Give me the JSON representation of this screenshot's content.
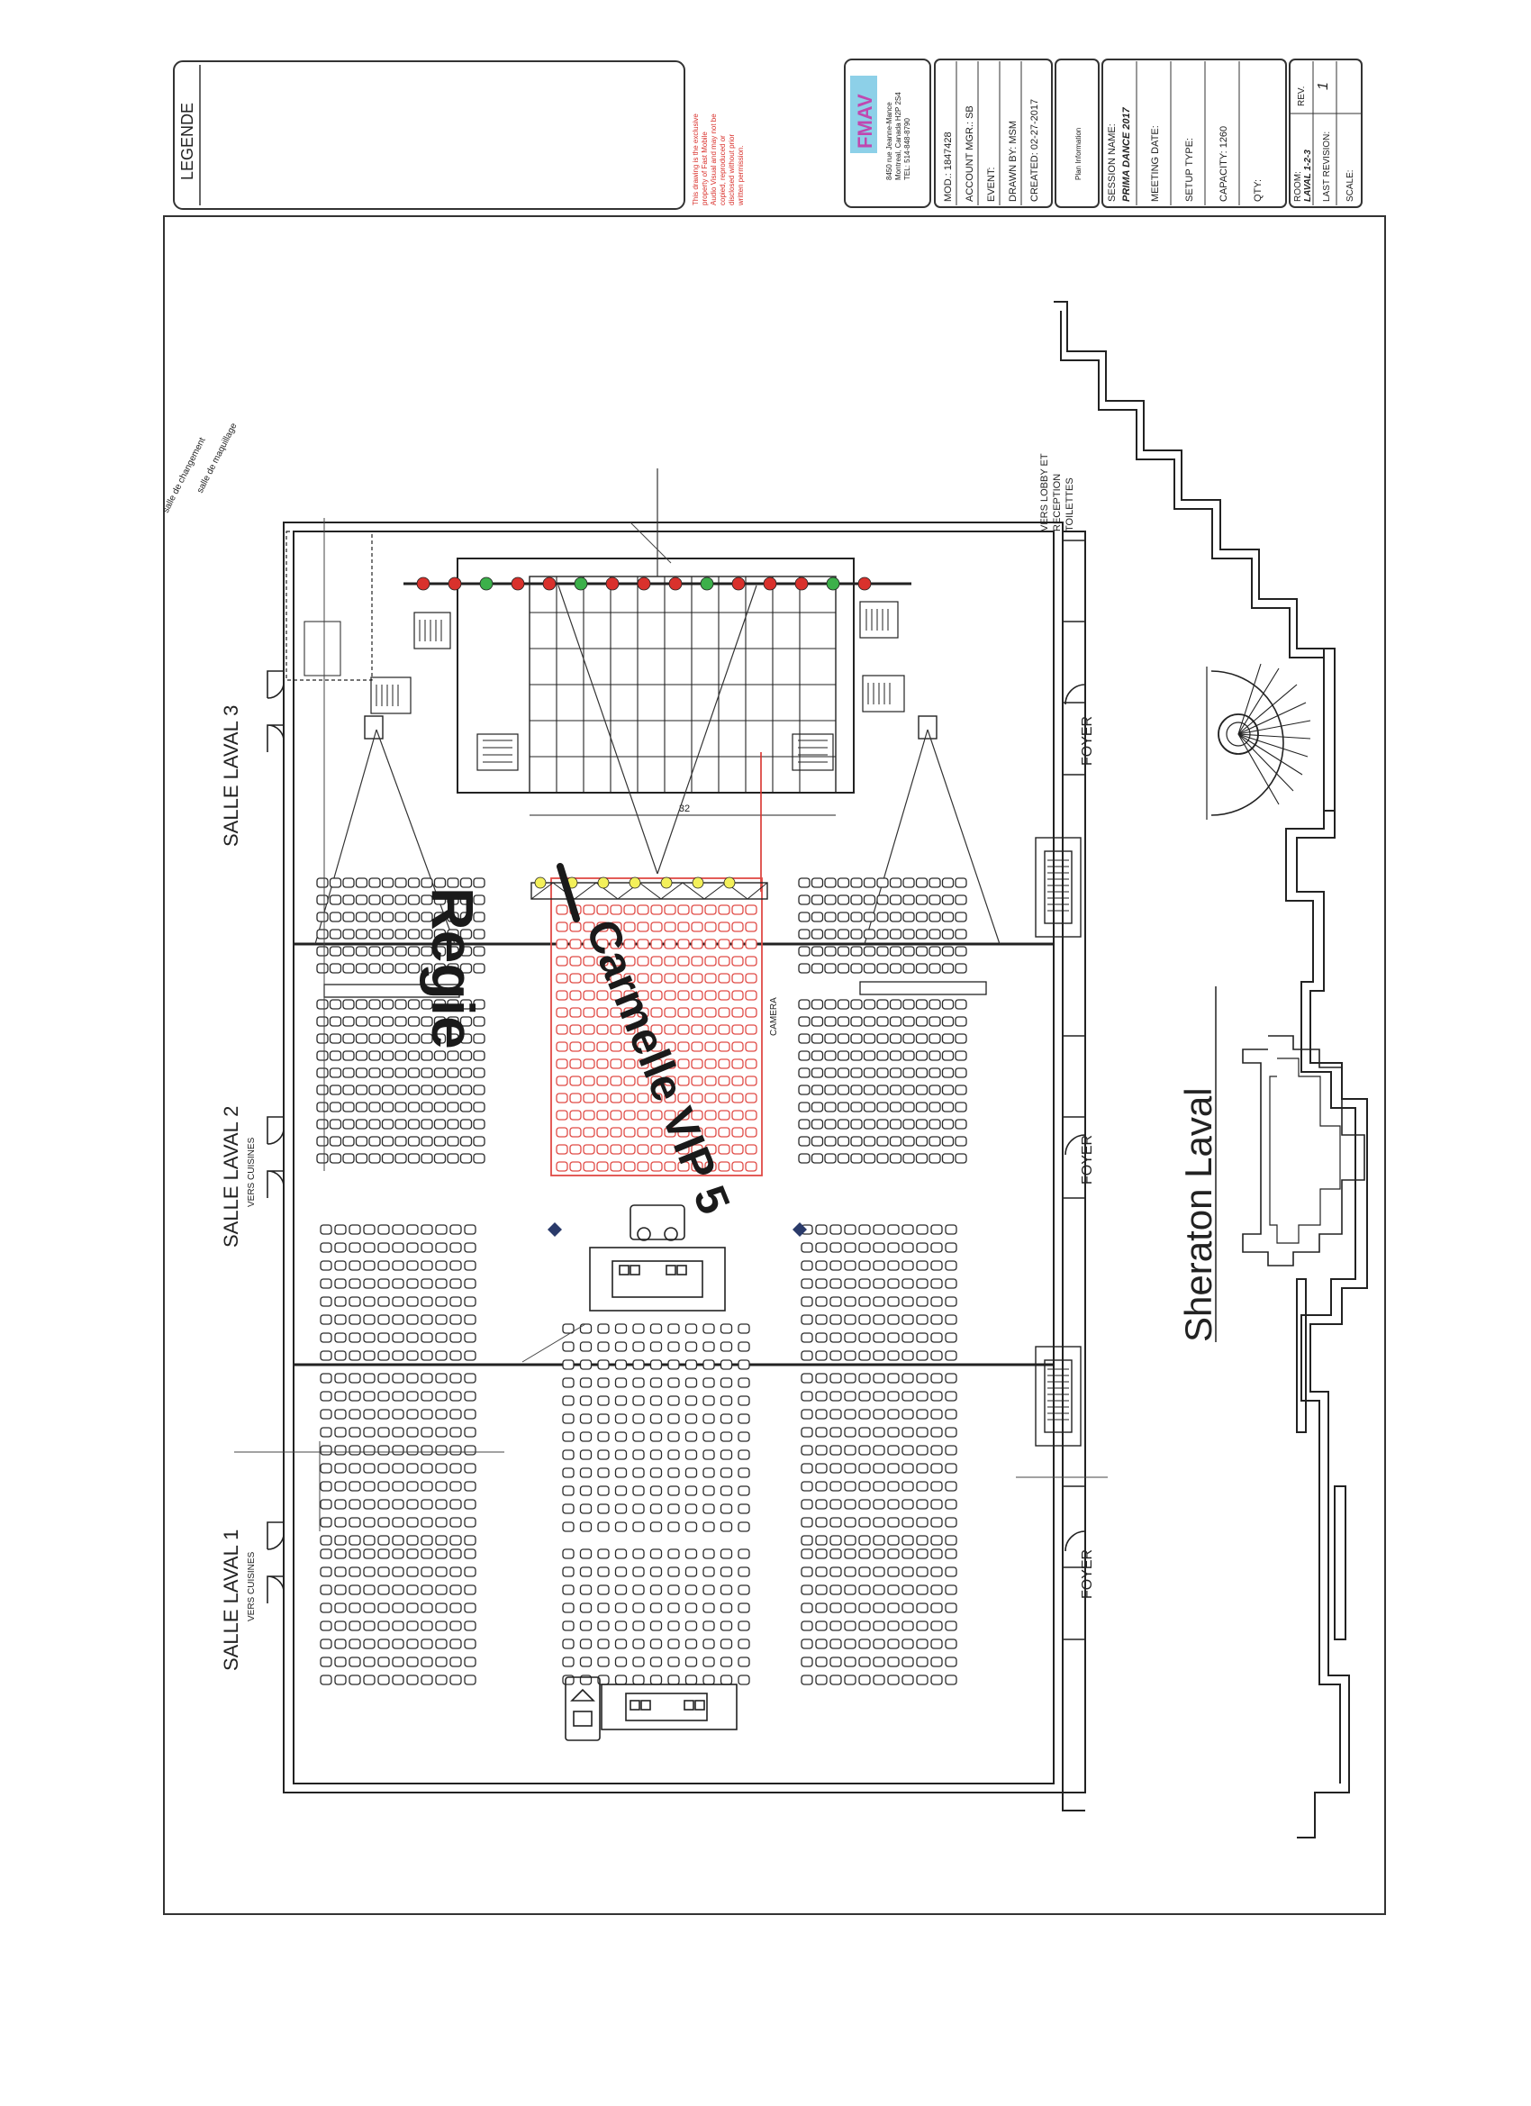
{
  "title_block": {
    "legend_label": "LEGENDE",
    "notice_lines": [
      "This drawing is the exclusive",
      "property of Fast Mobile",
      "Audio Visual and may not be",
      "copied, reproduced or",
      "disclosed without prior",
      "written permission."
    ],
    "company_lines": [
      "8450 rue Jeanne-Mance",
      "Montreal, Canada H2P 2S4",
      "TEL: 514-848-8790"
    ],
    "fields": {
      "mod": "MOD.: 1847428",
      "account_mgr": "ACCOUNT MGR.: SB",
      "event": "EVENT:",
      "drawn_by": "DRAWN BY: MSM",
      "created": "CREATED: 02-27-2017",
      "info": "Plan Information",
      "session_name": "SESSION NAME:",
      "session_value": "PRIMA DANCE 2017",
      "meeting_date": "MEETING DATE:",
      "setup_type": "SETUP TYPE:",
      "capacity": "CAPACITY: 1260",
      "qty": "QTY:",
      "room": "ROOM:",
      "room_value": "LAVAL 1-2-3",
      "last_rev": "LAST REVISION:",
      "scale": "SCALE:",
      "rev_label": "REV.",
      "rev_value": "1"
    }
  },
  "plan": {
    "venue": "Sheraton Laval",
    "rooms": [
      "SALLE LAVAL 3",
      "SALLE LAVAL 2",
      "SALLE LAVAL 1"
    ],
    "kitchen_label": "VERS CUISINES",
    "foyer_label": "FOYER",
    "reception_lines": [
      "VERS LOBBY ET",
      "RECEPTION",
      "TOILETTES"
    ],
    "changing_room_lines": [
      "salle de changement",
      "salle de maquillage"
    ],
    "stage_dimension": "32",
    "handwritten_left": "Regie",
    "handwritten_center": "Carmelle VIP 5",
    "camera_label": "CAMERA"
  },
  "colors": {
    "ink": "#2a2a2a",
    "red_accent": "#d9312c",
    "vip_red": "#e04a45",
    "light_green": "#3cb04a",
    "light_yellow": "#f3f05a",
    "marker": "#1a1a1a",
    "logo_fill": "#8dd0e8"
  }
}
